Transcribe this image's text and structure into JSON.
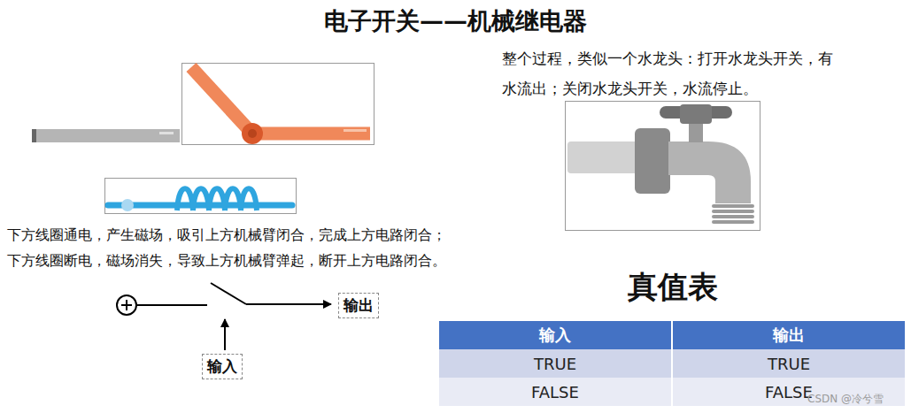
{
  "diagram": {
    "title": "电子开关——机械继电器",
    "nodes": [
      {
        "text": [
          "输出"
        ]
      },
      {
        "text": [
          "输入"
        ]
      }
    ],
    "edges": [],
    "labels": [
      "下方线圈通电，产生磁场，吸引上方机械臂闭合，完成上方电路闭合；",
      "下方线圈断电，磁场消失，导致上方机械臂弹起，断开上方电路闭合。",
      "整个过程，类似一个水龙头：打开水龙头开关，有水流出；关闭水龙头开关，水流停止。",
      "真值表",
      "输入",
      "输出",
      "TRUE",
      "TRUE",
      "FALSE",
      "FALSE",
      "CSDN @冷兮雪"
    ]
  }
}
